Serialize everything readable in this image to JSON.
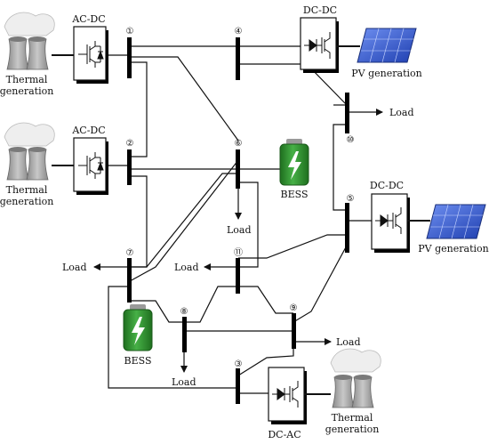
{
  "buses": [
    {
      "id": "bus-1",
      "label": "①"
    },
    {
      "id": "bus-2",
      "label": "②"
    },
    {
      "id": "bus-3",
      "label": "③"
    },
    {
      "id": "bus-4",
      "label": "④"
    },
    {
      "id": "bus-5",
      "label": "⑤"
    },
    {
      "id": "bus-6",
      "label": "⑥"
    },
    {
      "id": "bus-7",
      "label": "⑦"
    },
    {
      "id": "bus-8",
      "label": "⑧"
    },
    {
      "id": "bus-9",
      "label": "⑨"
    },
    {
      "id": "bus-10",
      "label": "⑩"
    },
    {
      "id": "bus-11",
      "label": "⑪"
    }
  ],
  "converters": {
    "ac_dc_top": "AC-DC",
    "ac_dc_mid": "AC-DC",
    "dc_dc_top": "DC-DC",
    "dc_dc_right": "DC-DC",
    "dc_ac_bottom": "DC-AC"
  },
  "sources": {
    "thermal_1": [
      "Thermal",
      "generation"
    ],
    "thermal_2": [
      "Thermal",
      "generation"
    ],
    "thermal_3": [
      "Thermal",
      "generation"
    ],
    "pv_1": "PV generation",
    "pv_2": "PV generation",
    "bess_1": "BESS",
    "bess_2": "BESS"
  },
  "loads": {
    "load_bus10": "Load",
    "load_bus6": "Load",
    "load_bus7": "Load",
    "load_bus11": "Load",
    "load_bus8": "Load",
    "load_bus9": "Load"
  },
  "colors": {
    "line": "#111111",
    "battery_green": "#2e8b2e",
    "battery_cap": "#9a9a9a",
    "pv_blue": "#2f55c8",
    "plant_grey": "#a6a6a6"
  }
}
